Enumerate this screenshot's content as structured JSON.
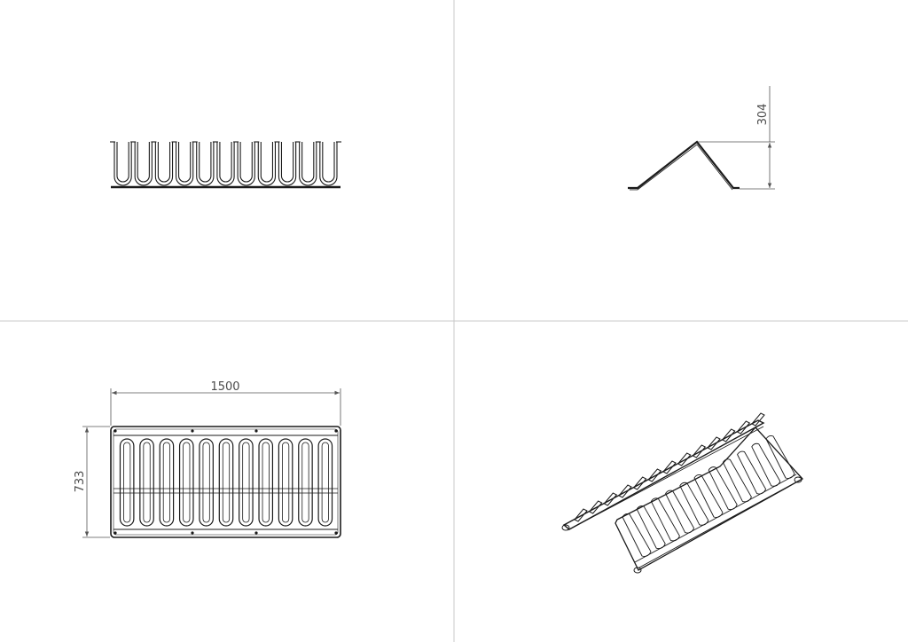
{
  "views": {
    "top_left": {
      "name": "front-view"
    },
    "top_right": {
      "name": "side-view"
    },
    "bottom_left": {
      "name": "top-view"
    },
    "bottom_right": {
      "name": "isometric-view"
    }
  },
  "dimensions": {
    "height": "304",
    "length": "1500",
    "width": "733"
  },
  "slot_count": 11,
  "colors": {
    "line": "#1a1a1a",
    "dimension": "#555555",
    "divider": "#c8c8c8"
  }
}
